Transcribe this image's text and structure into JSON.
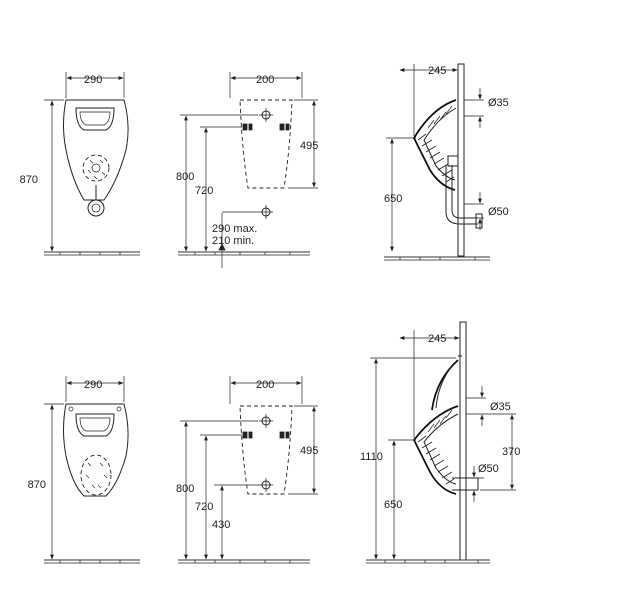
{
  "top_row": {
    "front": {
      "width": "290",
      "height": "870"
    },
    "rear": {
      "width": "200",
      "height": "495",
      "h1": "800",
      "h2": "720",
      "drain_max": "290 max.",
      "drain_min": "210 min."
    },
    "side": {
      "depth": "245",
      "inlet": "Ø35",
      "height": "650",
      "outlet": "Ø50"
    }
  },
  "bottom_row": {
    "front": {
      "width": "290",
      "height": "870"
    },
    "rear": {
      "width": "200",
      "height": "495",
      "h1": "800",
      "h2": "720",
      "h3": "430"
    },
    "side": {
      "depth": "245",
      "inlet": "Ø35",
      "total_height": "1110",
      "height": "650",
      "outlet": "Ø50",
      "inlet_height": "370"
    }
  }
}
